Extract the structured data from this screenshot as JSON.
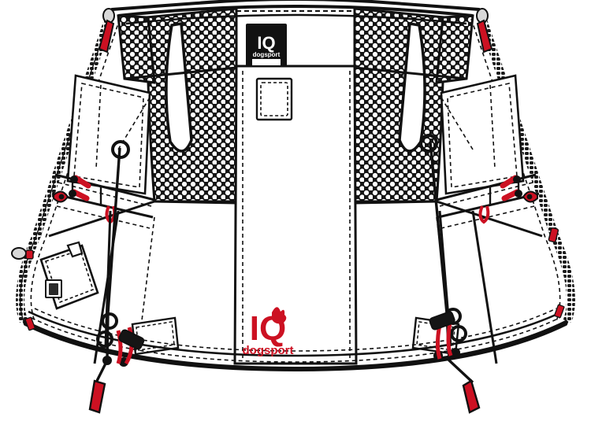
{
  "illustration": {
    "title": "IQ dogsport jacket interior technical flat",
    "view": "inside / lining view",
    "garment_type": "dog sport training jacket",
    "background_color": "#ffffff",
    "line_color": "#111111",
    "accent_color": "#cc1122",
    "mesh_color": "#1a1a1a",
    "label_bg_color": "#111111",
    "label_fg_color": "#ffffff"
  },
  "neck_label": {
    "name": "neck-brand-label",
    "brand": "IQ",
    "subbrand": "dogsport",
    "background": "#111111",
    "foreground": "#ffffff"
  },
  "hem_logo": {
    "name": "hem-brand-logo",
    "brand": "IQ",
    "subbrand": "dogsport",
    "color": "#cc1122"
  },
  "components": [
    {
      "name": "mesh-lining-left",
      "label": "Mesh lining panel (left)",
      "material": "honeycomb mesh"
    },
    {
      "name": "mesh-lining-right",
      "label": "Mesh lining panel (right)",
      "material": "honeycomb mesh"
    },
    {
      "name": "center-placket",
      "label": "Center front placket",
      "material": "solid fabric"
    },
    {
      "name": "front-zipper-left",
      "label": "Front zipper tape (left)",
      "material": "coil zipper"
    },
    {
      "name": "front-zipper-right",
      "label": "Front zipper tape (right)",
      "material": "coil zipper"
    },
    {
      "name": "zipper-pull-left",
      "label": "Zipper pull (left)",
      "color": "#cc1122"
    },
    {
      "name": "zipper-pull-right",
      "label": "Zipper pull (right)",
      "color": "#cc1122"
    },
    {
      "name": "inner-pocket-left",
      "label": "Inner pocket (left)"
    },
    {
      "name": "inner-pocket-right",
      "label": "Inner pocket (right)"
    },
    {
      "name": "chest-pocket",
      "label": "Chest pocket patch"
    },
    {
      "name": "drawcord-left",
      "label": "Hem drawcord (left)",
      "color": "#cc1122"
    },
    {
      "name": "drawcord-right",
      "label": "Hem drawcord (right)",
      "color": "#cc1122"
    },
    {
      "name": "cord-lock-left",
      "label": "Cord lock toggle (left)"
    },
    {
      "name": "cord-lock-right",
      "label": "Cord lock toggle (right)"
    },
    {
      "name": "elastic-loop-left",
      "label": "Elastic loop (left)",
      "color": "#cc1122"
    },
    {
      "name": "elastic-loop-right",
      "label": "Elastic loop (right)",
      "color": "#cc1122"
    },
    {
      "name": "hem-binding",
      "label": "Hem binding with topstitch"
    },
    {
      "name": "armhole-left",
      "label": "Armhole opening (left)"
    },
    {
      "name": "armhole-right",
      "label": "Armhole opening (right)"
    }
  ]
}
